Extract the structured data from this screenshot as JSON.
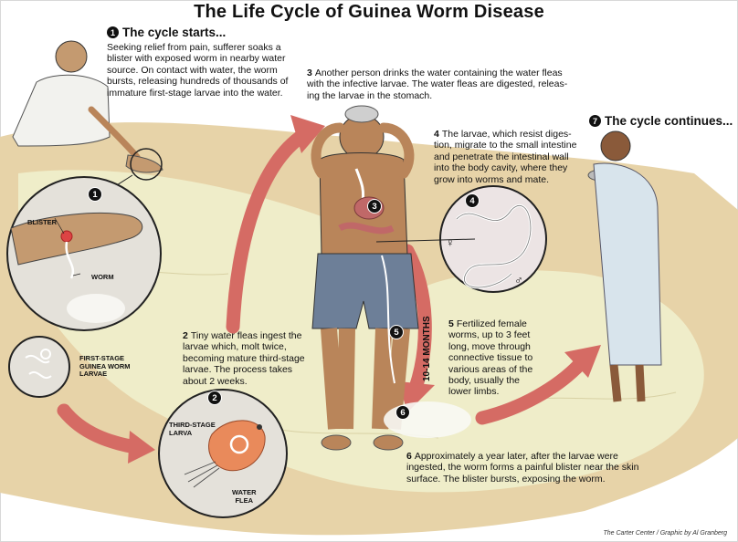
{
  "title": "The Life Cycle of Guinea Worm Disease",
  "step1": {
    "number": "1",
    "heading": "The cycle starts...",
    "lines": [
      "Seeking relief from pain, sufferer soaks a",
      "blister with exposed worm in nearby water",
      "source. On contact with water, the worm",
      "bursts, releasing hundreds of thousands of",
      "immature first-stage larvae into the water."
    ]
  },
  "step2": {
    "number": "2",
    "lines": [
      "Tiny water fleas ingest the",
      "larvae which, molt twice,",
      "becoming mature third-stage",
      "larvae. The process takes",
      "about 2 weeks."
    ]
  },
  "step3": {
    "number": "3",
    "lines": [
      "Another person drinks the water containing the water fleas",
      "with the infective larvae. The water fleas are digested, releas-",
      "ing the larvae in the stomach."
    ]
  },
  "step4": {
    "number": "4",
    "lines": [
      "The larvae, which resist diges-",
      "tion, migrate to the small intestine",
      "and penetrate the intestinal wall",
      "into the body cavity, where they",
      "grow into worms and mate."
    ]
  },
  "step5": {
    "number": "5",
    "lines": [
      "Fertilized female",
      "worms, up to 3 feet",
      "long, move through",
      "connective tissue to",
      "various areas of the",
      "body, usually the",
      "lower limbs."
    ]
  },
  "step6": {
    "number": "6",
    "lines": [
      "Approximately a year later, after the larvae were",
      "ingested, the worm forms a painful blister near the skin",
      "surface. The blister bursts, exposing the worm."
    ]
  },
  "step7": {
    "number": "7",
    "heading": "The cycle continues..."
  },
  "labels": {
    "blister": "BLISTER",
    "worm": "WORM",
    "first_stage": [
      "FIRST-STAGE",
      "GUINEA WORM",
      "LARVAE"
    ],
    "third_stage": [
      "THIRD-STAGE",
      "LARVA"
    ],
    "water_flea": [
      "WATER",
      "FLEA"
    ],
    "months": "10-14 MONTHS",
    "female": "♀",
    "male": "♂"
  },
  "badges": [
    "1",
    "2",
    "3",
    "4",
    "5",
    "6"
  ],
  "credit": "The Carter Center / Graphic by Al Granberg",
  "colors": {
    "ground": "#e7d3a8",
    "water": "#efedc9",
    "arrow": "#d56b64",
    "skin": "#b9855a",
    "shorts": "#6d7f98",
    "cloth": "#d8e4ec",
    "lens": "#e4e1da"
  }
}
